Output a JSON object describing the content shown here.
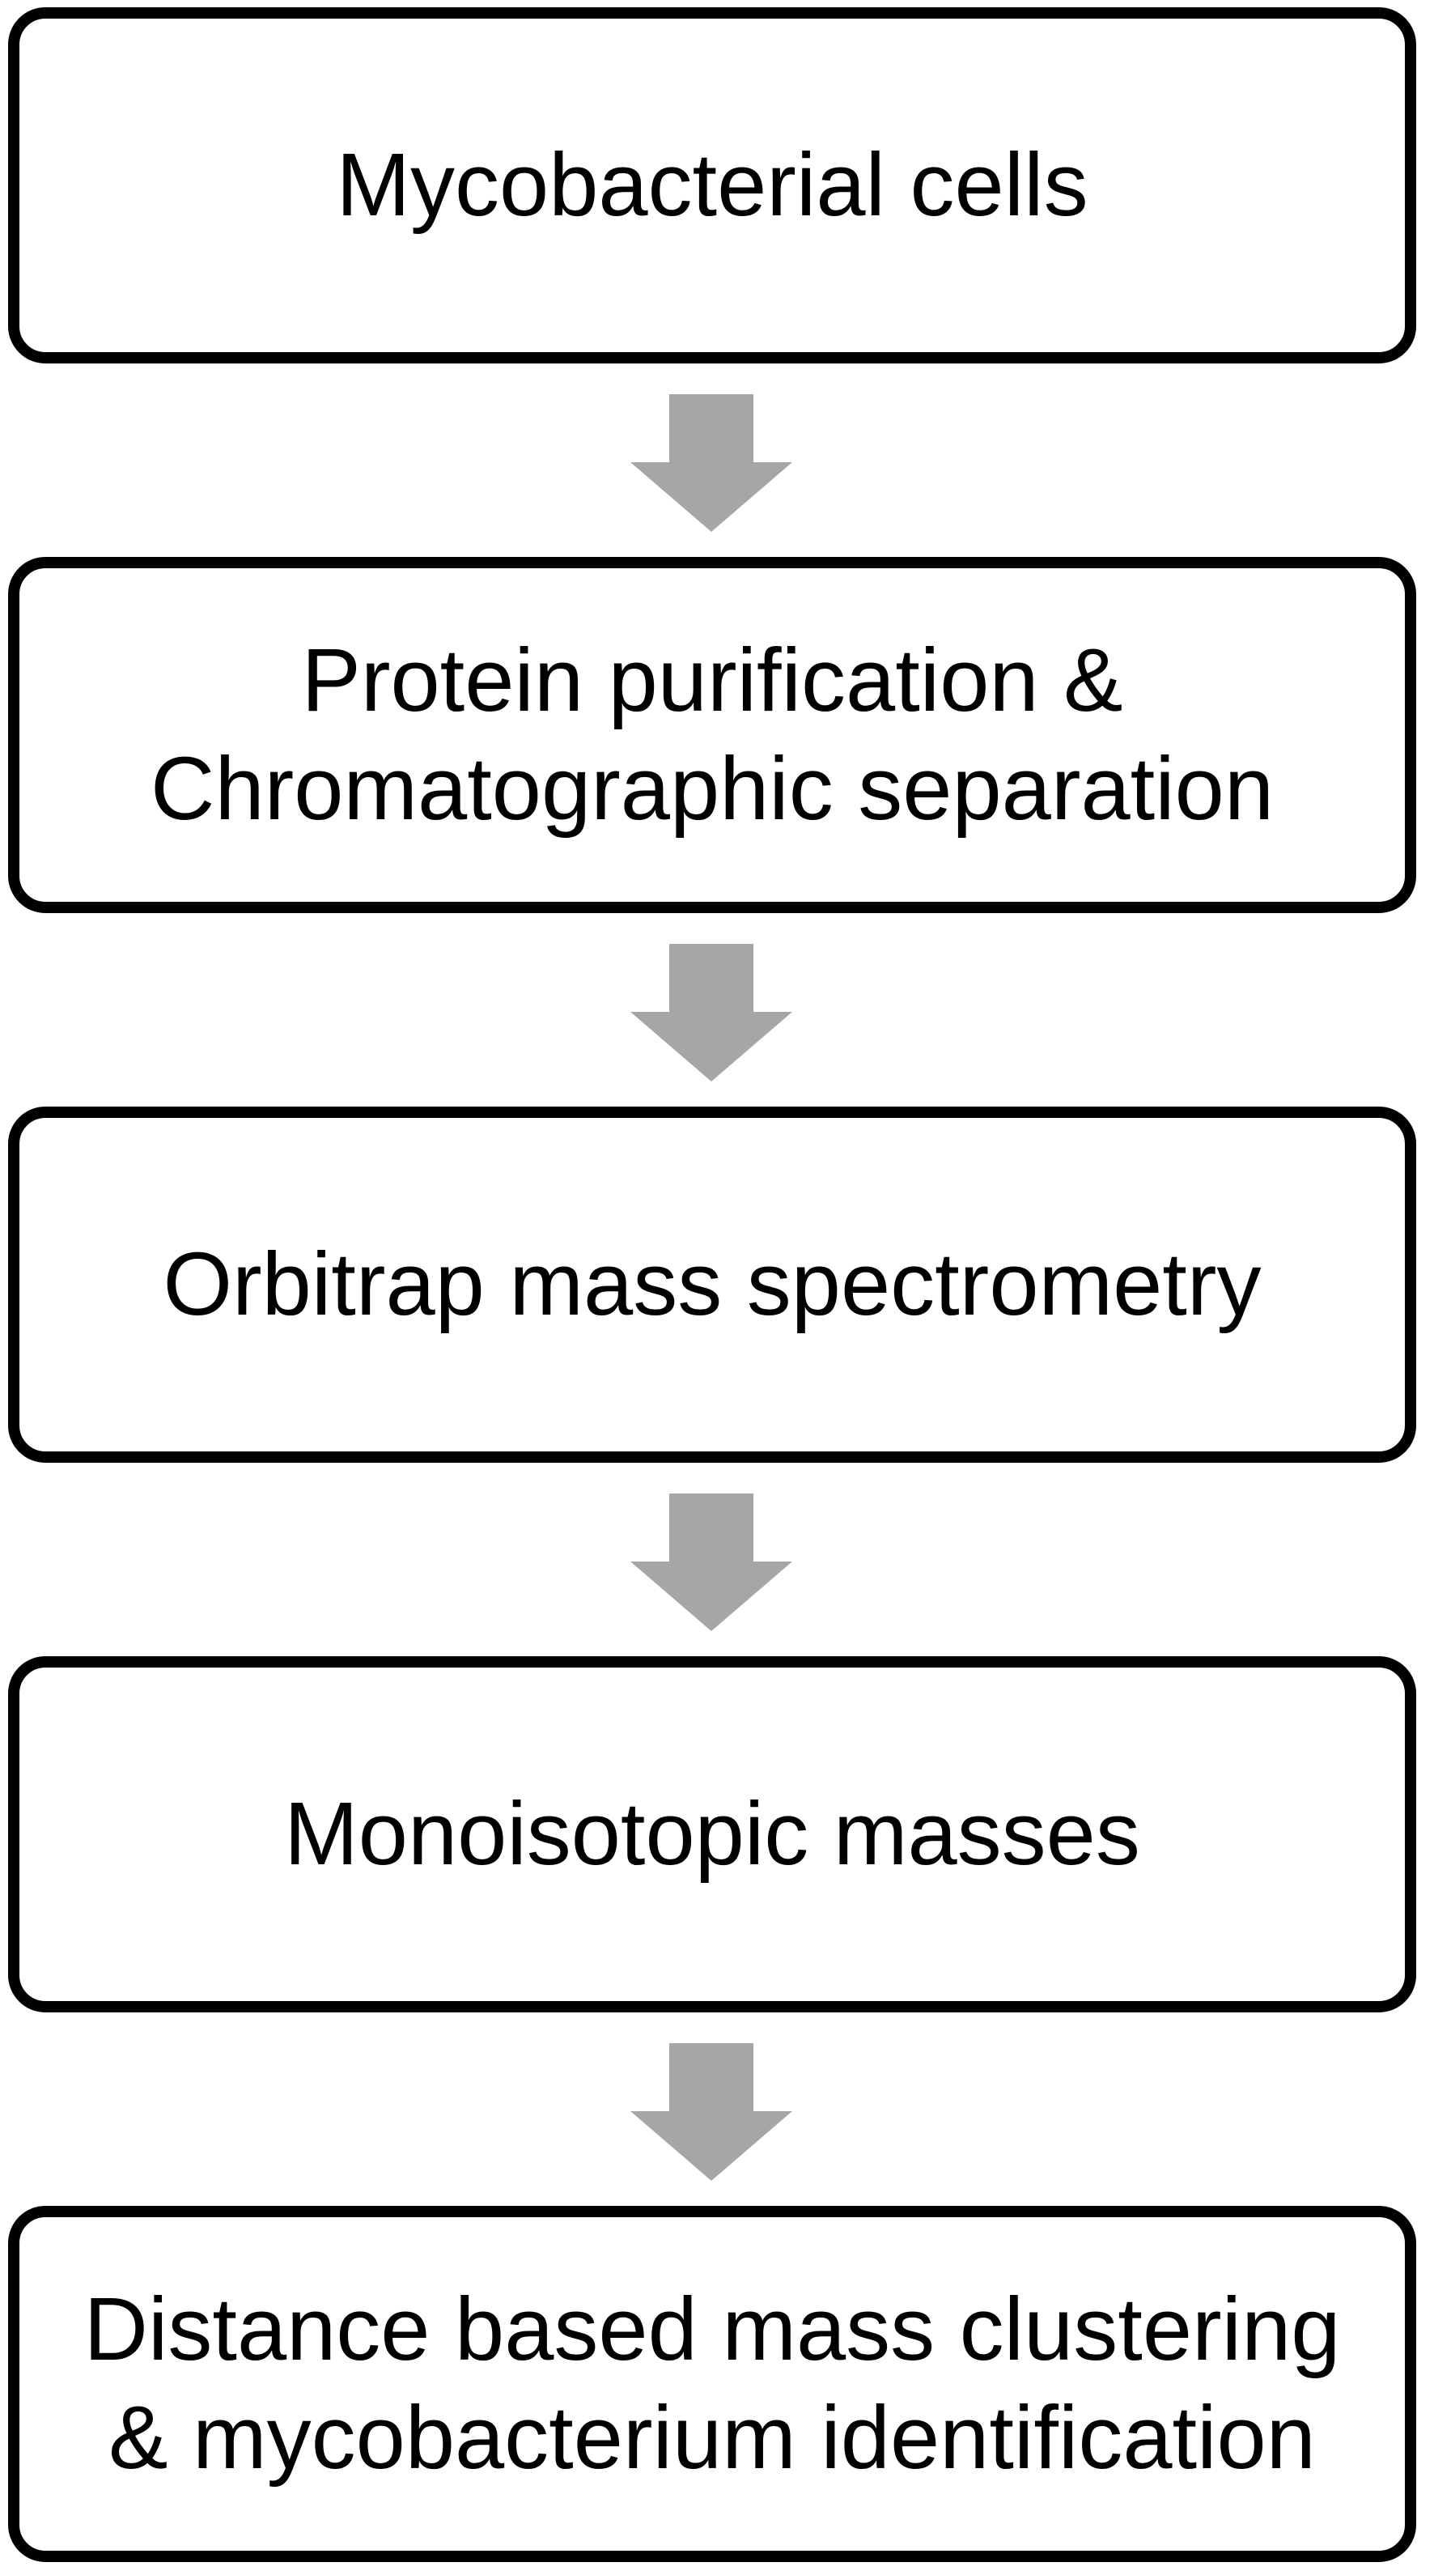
{
  "steps": [
    {
      "label": "Mycobacterial cells"
    },
    {
      "label": "Protein purification &\nChromatographic separation"
    },
    {
      "label": "Orbitrap mass spectrometry"
    },
    {
      "label": "Monoisotopic masses"
    },
    {
      "label": "Distance based mass clustering\n& mycobacterium identification"
    }
  ],
  "colors": {
    "box_border": "#000000",
    "arrow": "#a6a6a6",
    "text": "#000000"
  }
}
